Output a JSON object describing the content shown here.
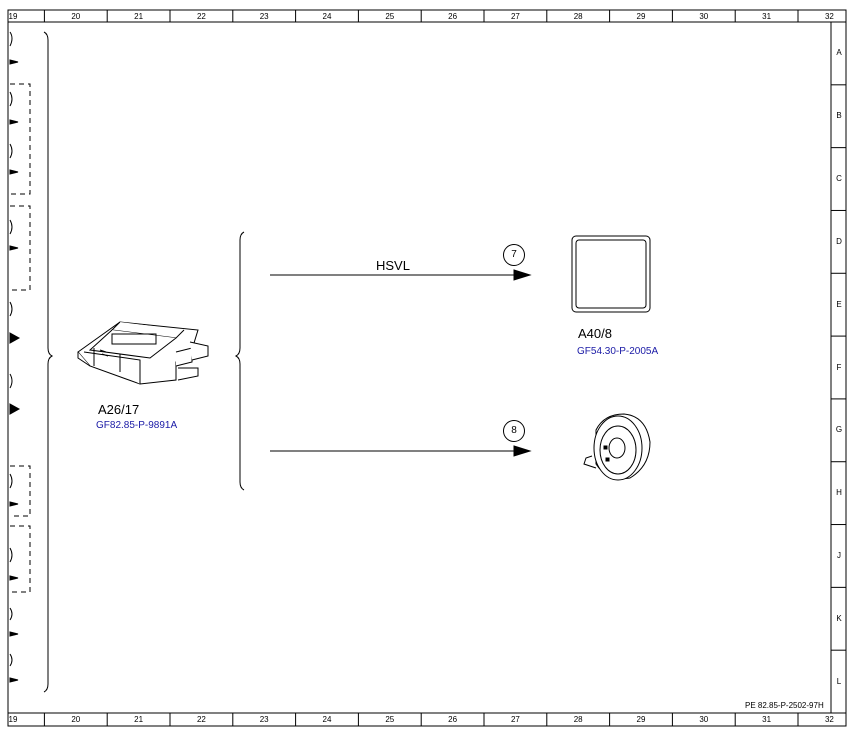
{
  "ruler": {
    "columns": [
      "19",
      "20",
      "21",
      "22",
      "23",
      "24",
      "25",
      "26",
      "27",
      "28",
      "29",
      "30",
      "31",
      "32"
    ],
    "rows": [
      "A",
      "B",
      "C",
      "D",
      "E",
      "F",
      "G",
      "H",
      "J",
      "K",
      "L"
    ]
  },
  "signal_label": "HSVL",
  "components": {
    "control_unit": {
      "id": "A26/17",
      "ref": "GF82.85-P-9891A"
    },
    "display": {
      "id": "A40/8",
      "ref": "GF54.30-P-2005A"
    }
  },
  "connections": [
    {
      "number": "7",
      "target": "A40/8"
    },
    {
      "number": "8",
      "target": "speaker"
    }
  ],
  "document_code": "PE 82.85-P-2502-97H",
  "colors": {
    "reference_link": "#1a1aa6",
    "line": "#000000"
  }
}
